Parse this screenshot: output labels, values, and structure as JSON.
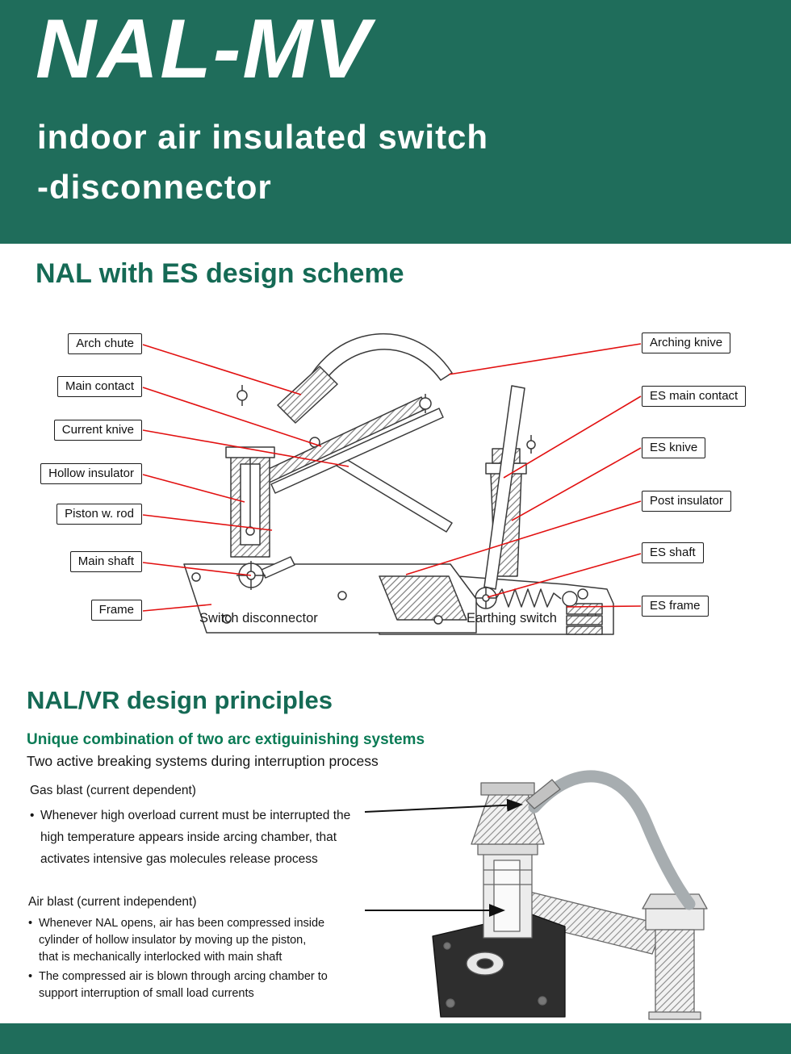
{
  "header": {
    "title": "NAL-MV",
    "subtitle_line1": "indoor air insulated switch",
    "subtitle_line2": "-disconnector"
  },
  "section1": {
    "heading": "NAL with ES design scheme",
    "diagram": {
      "left_labels": [
        "Arch chute",
        "Main contact",
        "Current knive",
        "Hollow insulator",
        "Piston w. rod",
        "Main shaft",
        "Frame"
      ],
      "right_labels": [
        "Arching knive",
        "ES main contact",
        "ES knive",
        "Post insulator",
        "ES shaft",
        "ES frame"
      ],
      "caption_left": "Switch disconnector",
      "caption_right": "Earthing switch"
    }
  },
  "section2": {
    "heading": "NAL/VR design principles",
    "subheading": "Unique combination of two arc extiguinishing systems",
    "intro": "Two active breaking systems during interruption process",
    "gas_blast": {
      "title": "Gas blast (current dependent)",
      "bullets": [
        "Whenever high overload current must be interrupted the high temperature appears inside arcing chamber, that activates intensive gas molecules release process"
      ]
    },
    "air_blast": {
      "title": "Air blast (current independent)",
      "bullets": [
        "Whenever NAL opens, air has been compressed inside cylinder of hollow insulator by moving up the piston, that is mechanically interlocked with main shaft",
        "The compressed air is blown through arcing chamber to support interruption of small load currents"
      ]
    }
  },
  "colors": {
    "brand_green": "#1f6d5b",
    "heading_green": "#156a55",
    "accent_green": "#0a7b55",
    "leader_line_red": "#e21010"
  }
}
